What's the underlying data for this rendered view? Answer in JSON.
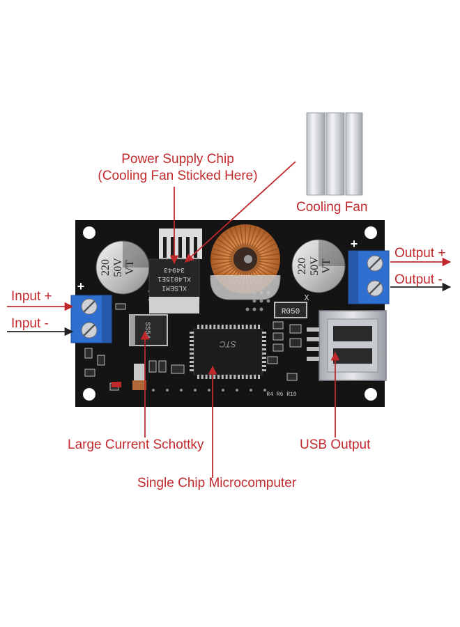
{
  "labels": {
    "power_chip_line1": "Power Supply Chip",
    "power_chip_line2": "(Cooling Fan Sticked Here)",
    "cooling_fan": "Cooling Fan",
    "input_plus": "Input +",
    "input_minus": "Input -",
    "output_plus": "Output +",
    "output_minus": "Output -",
    "schottky": "Large Current Schottky",
    "usb_output": "USB Output",
    "mcu": "Single Chip Microcomputer"
  },
  "board_markings": {
    "cap_left_line1": "220",
    "cap_left_line2": "50V",
    "cap_left_line3": "VT",
    "cap_right_line1": "220",
    "cap_right_line2": "50V",
    "cap_right_line3": "VT",
    "chip_line1": "XLSEMI",
    "chip_line2": "XL4015E1",
    "chip_line3": "34943",
    "shunt": "R050",
    "diode": "SS54",
    "plus_left": "+",
    "plus_right": "+",
    "x_mark": "X",
    "mcu_logo": "STC",
    "r_marks": "R4 R6 R10"
  },
  "colors": {
    "label_red": "#c0282c",
    "pcb_black": "#141414",
    "terminal_blue": "#2f6fd0",
    "copper": "#c8753a",
    "arrow_red": "#c0282c",
    "arrow_black": "#222222"
  }
}
